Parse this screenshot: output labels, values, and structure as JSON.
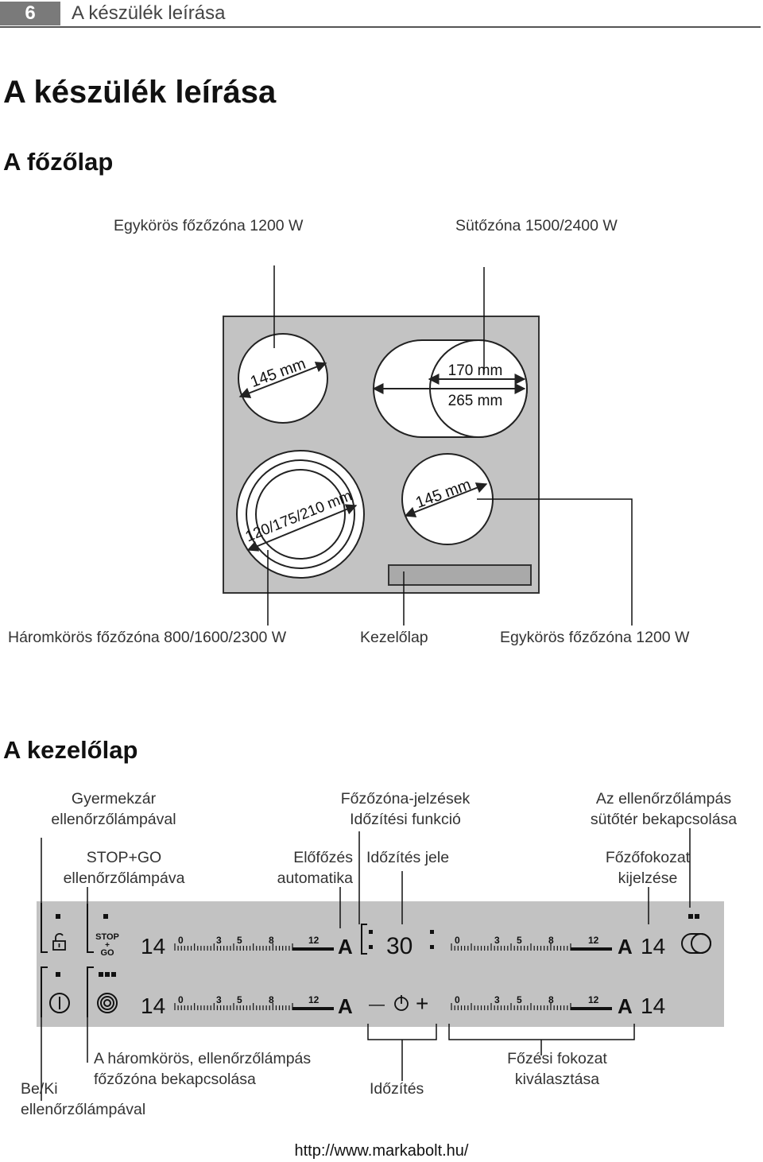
{
  "page_number": "6",
  "running_header": "A készülék leírása",
  "title": "A készülék leírása",
  "hob": {
    "heading": "A főzőlap",
    "labels": {
      "top_left": "Egykörös főzőzóna 1200 W",
      "top_right": "Sütőzóna 1500/2400 W",
      "bottom_left": "Háromkörös főzőzóna 800/1600/2300 W",
      "bottom_mid": "Kezelőlap",
      "bottom_right": "Egykörös főzőzóna 1200 W"
    },
    "dims": {
      "zone_tl": "145 mm",
      "zone_tr_inner": "170 mm",
      "zone_tr_outer": "265 mm",
      "zone_bl": "120/175/210 mm",
      "zone_br": "145 mm"
    }
  },
  "panel": {
    "heading": "A kezelőlap",
    "labels": {
      "child_lock_1": "Gyermekzár",
      "child_lock_2": "ellenőrzőlámpával",
      "stopgo_1": "STOP+GO",
      "stopgo_2": "ellenőrzőlámpáva",
      "zone_ind_1": "Főzőzóna-jelzések",
      "zone_ind_2": "Időzítési funkció",
      "preheat_1": "Előfőzés",
      "preheat_2": "automatika",
      "timer_sign": "Időzítés jele",
      "oven_lamp_1": "Az ellenőrzőlámpás",
      "oven_lamp_2": "sütőtér bekapcsolása",
      "power_disp_1": "Főzőfokozat",
      "power_disp_2": "kijelzése",
      "triple_1": "A háromkörös, ellenőrzőlámpás",
      "triple_2": "főzőzóna bekapcsolása",
      "onoff_1": "Be/Ki",
      "onoff_2": "ellenőrzőlámpával",
      "timer": "Időzítés",
      "power_sel_1": "Főzési fokozat",
      "power_sel_2": "kiválasztása"
    },
    "display": {
      "level": "14",
      "timer": "30",
      "auto": "A",
      "scale": [
        "0",
        "3",
        "5",
        "8",
        "12"
      ],
      "stop_go": "STOP",
      "stop_go_plus": "+",
      "stop_go_go": "GO",
      "plus": "+",
      "minus": "—"
    }
  },
  "footer_url": "http://www.markabolt.hu/"
}
